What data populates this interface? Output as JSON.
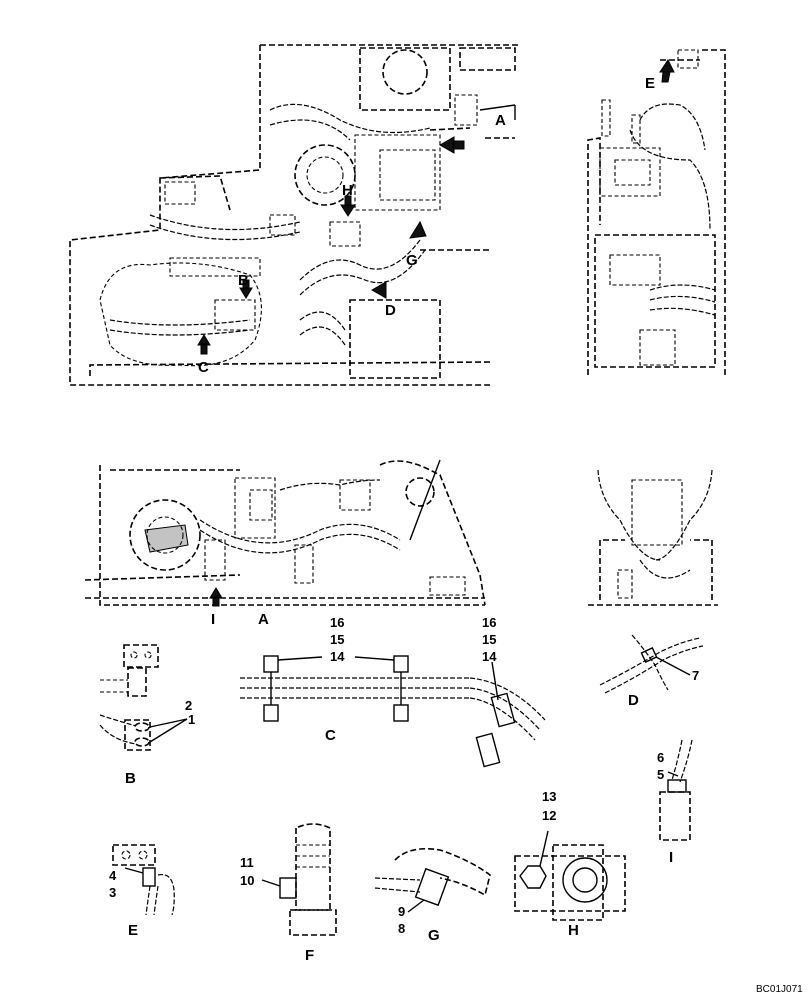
{
  "view_labels": {
    "a_top": "A",
    "b_top": "B",
    "c_top": "C",
    "d_top": "D",
    "e_top": "E",
    "g_top": "G",
    "h_top": "H",
    "i_mid": "I",
    "a_mid": "A",
    "b_detail": "B",
    "c_detail": "C",
    "d_detail": "D",
    "e_detail": "E",
    "f_detail": "F",
    "g_detail": "G",
    "h_detail": "H",
    "i_detail": "I"
  },
  "callouts": {
    "b_2": "2",
    "b_1": "1",
    "c_16a": "16",
    "c_15a": "15",
    "c_14a": "14",
    "c_16b": "16",
    "c_15b": "15",
    "c_14b": "14",
    "d_7": "7",
    "i_6": "6",
    "i_5": "5",
    "h_13": "13",
    "h_12": "12",
    "e_4": "4",
    "e_3": "3",
    "f_11": "11",
    "f_10": "10",
    "g_9": "9",
    "g_8": "8"
  },
  "reference_code": "BC01J071"
}
